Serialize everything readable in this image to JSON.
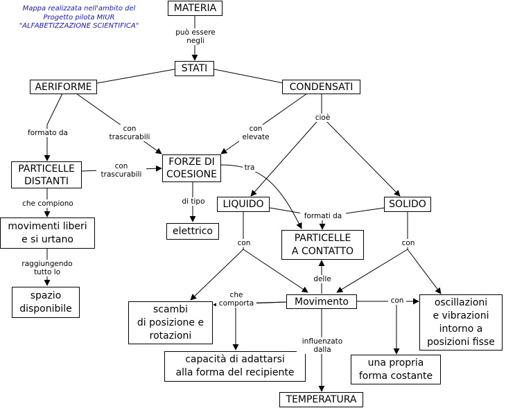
{
  "credit": {
    "line1": "Mappa realizzata nell'ambito del",
    "line2": "Progetto pilota MIUR",
    "line3": "\"ALFABETIZZAZIONE SCIENTIFICA\""
  },
  "nodes": {
    "materia": "MATERIA",
    "stati": "STATI",
    "aeriforme": "AERIFORME",
    "condensati": "CONDENSATI",
    "particelle_distanti": [
      "PARTICELLE",
      "DISTANTI"
    ],
    "forze_coesione": [
      "FORZE DI",
      "COESIONE"
    ],
    "liquido": "LIQUIDO",
    "solido": "SOLIDO",
    "elettrico": "elettrico",
    "particelle_contatto": [
      "PARTICELLE",
      "A CONTATTO"
    ],
    "movimenti_liberi": [
      "movimenti liberi",
      "e si urtano"
    ],
    "spazio": [
      "spazio",
      "disponibile"
    ],
    "movimento": "Movimento",
    "scambi": [
      "scambi",
      "di posizione e",
      "rotazioni"
    ],
    "oscillazioni": [
      "oscillazioni",
      "e vibrazioni",
      "intorno a",
      "posizioni fisse"
    ],
    "capacita": [
      "capacità di adattarsi",
      "alla forma del recipiente"
    ],
    "forma_costante": [
      "una propria",
      "forma costante"
    ],
    "temperatura": "TEMPERATURA"
  },
  "labels": {
    "puo_essere": [
      "può essere",
      "negli"
    ],
    "formato_da": "formato da",
    "con_trascurabili_1": [
      "con",
      "trascurabili"
    ],
    "con_elevate": [
      "con",
      "elevate"
    ],
    "cioe": "cioè",
    "con_trascurabili_2": [
      "con",
      "trascurabili"
    ],
    "tra": "tra",
    "di_tipo": "di tipo",
    "che_compiono": "che compiono",
    "formati_da": "formati da",
    "raggiungendo": [
      "raggiungendo",
      "tutto  lo"
    ],
    "con_liquido": "con",
    "con_solido": "con",
    "delle": "delle",
    "che_comporta": [
      "che",
      "comporta"
    ],
    "con_movimento": "con",
    "influenzato": [
      "influenzato",
      "dalla"
    ]
  }
}
